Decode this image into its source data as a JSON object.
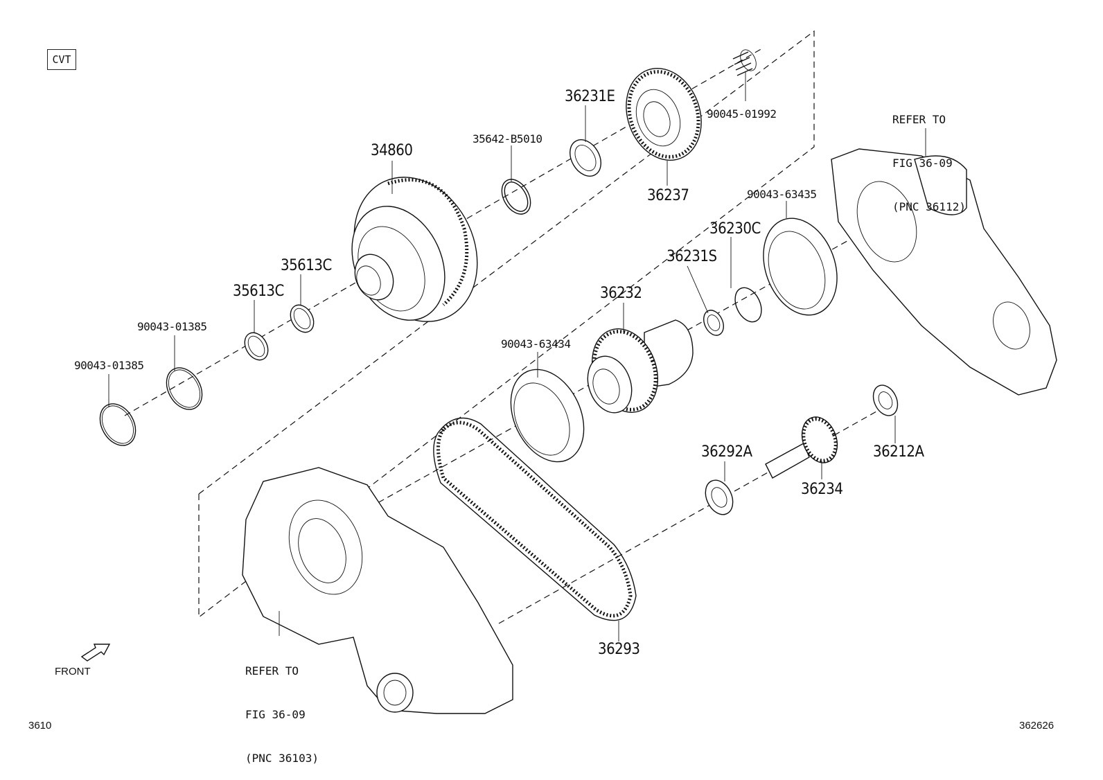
{
  "diagram": {
    "type_tag": "CVT",
    "parts": {
      "p34860": "34860",
      "p35642": "35642-B5010",
      "p36231E": "36231E",
      "p90045": "90045-01992",
      "p36237": "36237",
      "p35613C_a": "35613C",
      "p35613C_b": "35613C",
      "p90043_01385_a": "90043-01385",
      "p90043_01385_b": "90043-01385",
      "p90043_63435": "90043-63435",
      "p36230C": "36230C",
      "p36231S": "36231S",
      "p36232": "36232",
      "p90043_63434": "90043-63434",
      "p36292A": "36292A",
      "p36212A": "36212A",
      "p36234": "36234",
      "p36293": "36293"
    },
    "refer_right": [
      "REFER TO",
      "FIG 36-09",
      "(PNC 36112)"
    ],
    "refer_left": [
      "REFER TO",
      "FIG 36-09",
      "(PNC 36103)"
    ],
    "front_label": "FRONT",
    "page_code": "3610",
    "figure_code": "362626"
  }
}
